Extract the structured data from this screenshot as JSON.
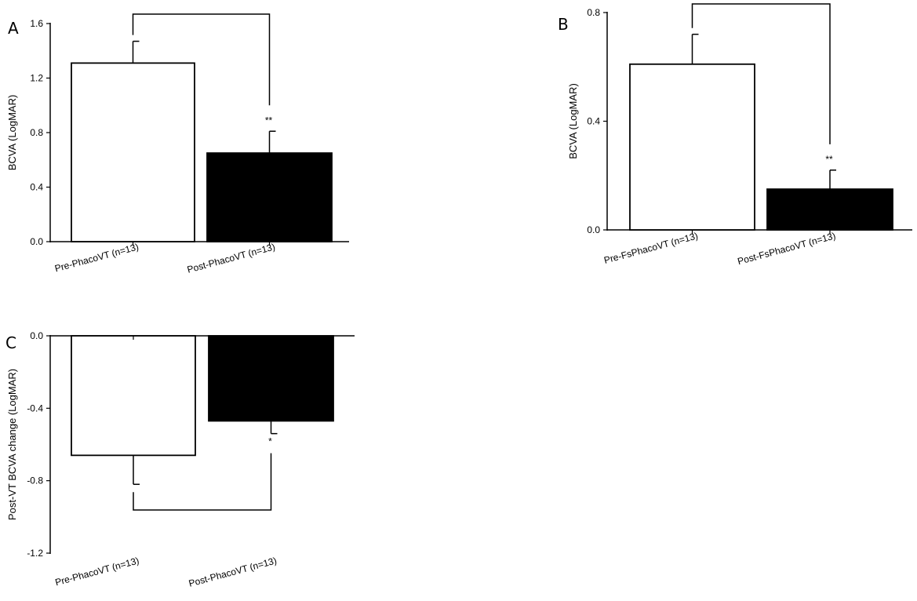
{
  "chart_data": [
    {
      "panel_label": "A",
      "type": "bar",
      "categories": [
        "Pre-PhacoVT (n=13)",
        "Post-PhacoVT (n=13)"
      ],
      "values": [
        1.31,
        0.65
      ],
      "errors": [
        0.16,
        0.16
      ],
      "bar_colors": [
        "#ffffff",
        "#000000"
      ],
      "ylabel": "BCVA (LogMAR)",
      "xlabel": "",
      "ylim": [
        0,
        1.6
      ],
      "yticks": [
        0.0,
        0.4,
        0.8,
        1.2,
        1.6
      ],
      "ytick_labels": [
        "0.0",
        "0.4",
        "0.8",
        "1.2",
        "1.6"
      ],
      "significance": {
        "marker": "**",
        "bracket": "top"
      }
    },
    {
      "panel_label": "B",
      "type": "bar",
      "categories": [
        "Pre-FsPhacoVT (n=13)",
        "Post-FsPhacoVT (n=13)"
      ],
      "values": [
        0.61,
        0.15
      ],
      "errors": [
        0.11,
        0.07
      ],
      "bar_colors": [
        "#ffffff",
        "#000000"
      ],
      "ylabel": "BCVA (LogMAR)",
      "xlabel": "",
      "ylim": [
        0,
        0.8
      ],
      "yticks": [
        0.0,
        0.4,
        0.8
      ],
      "ytick_labels": [
        "0.0",
        "0.4",
        "0.8"
      ],
      "significance": {
        "marker": "**",
        "bracket": "top"
      }
    },
    {
      "panel_label": "C",
      "type": "bar",
      "categories": [
        "Pre-PhacoVT (n=13)",
        "Post-PhacoVT (n=13)"
      ],
      "values": [
        -0.66,
        -0.47
      ],
      "errors": [
        0.16,
        0.07
      ],
      "bar_colors": [
        "#ffffff",
        "#000000"
      ],
      "ylabel": "Post-VT BCVA change (LogMAR)",
      "xlabel": "",
      "ylim": [
        -1.2,
        0
      ],
      "yticks": [
        0.0,
        -0.4,
        -0.8,
        -1.2
      ],
      "ytick_labels": [
        "0.0",
        "-0.4",
        "-0.8",
        "-1.2"
      ],
      "significance": {
        "marker": "*",
        "bracket": "bottom"
      }
    }
  ]
}
